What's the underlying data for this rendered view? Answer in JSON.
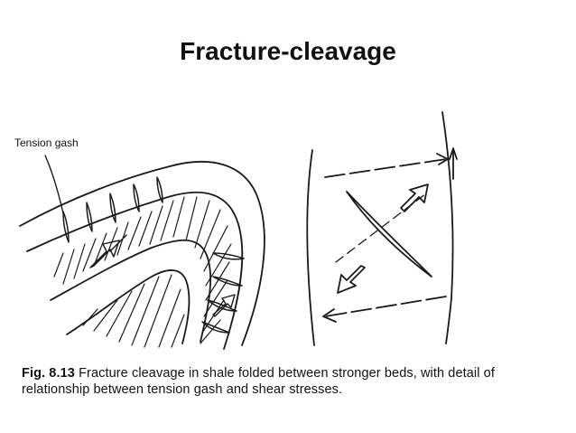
{
  "slide": {
    "title": "Fracture-cleavage"
  },
  "figure": {
    "label_tension_gash": "Tension gash",
    "caption_fig_number": "Fig. 8.13",
    "caption_text": "Fracture cleavage in shale folded between stronger beds, with detail of relationship between tension gash and shear stresses."
  }
}
